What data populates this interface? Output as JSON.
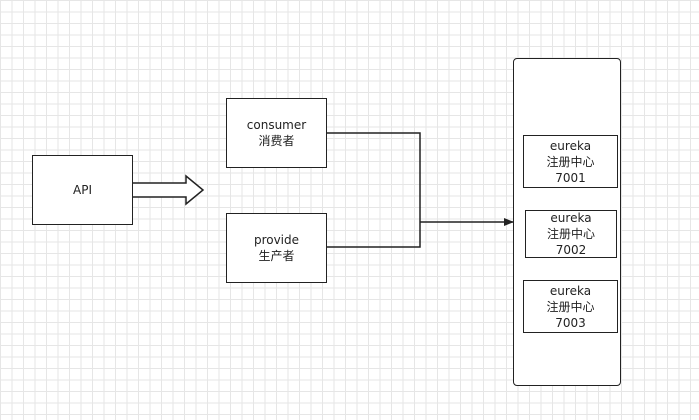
{
  "nodes": {
    "api": {
      "label": "API"
    },
    "consumer": {
      "line1": "consumer",
      "line2": "消费者"
    },
    "provider": {
      "line1": "provide",
      "line2": "生产者"
    }
  },
  "registry": {
    "items": [
      {
        "line1": "eureka",
        "line2": "注册中心",
        "line3": "7001"
      },
      {
        "line1": "eureka",
        "line2": "注册中心",
        "line3": "7002"
      },
      {
        "line1": "eureka",
        "line2": "注册中心",
        "line3": "7003"
      }
    ]
  }
}
